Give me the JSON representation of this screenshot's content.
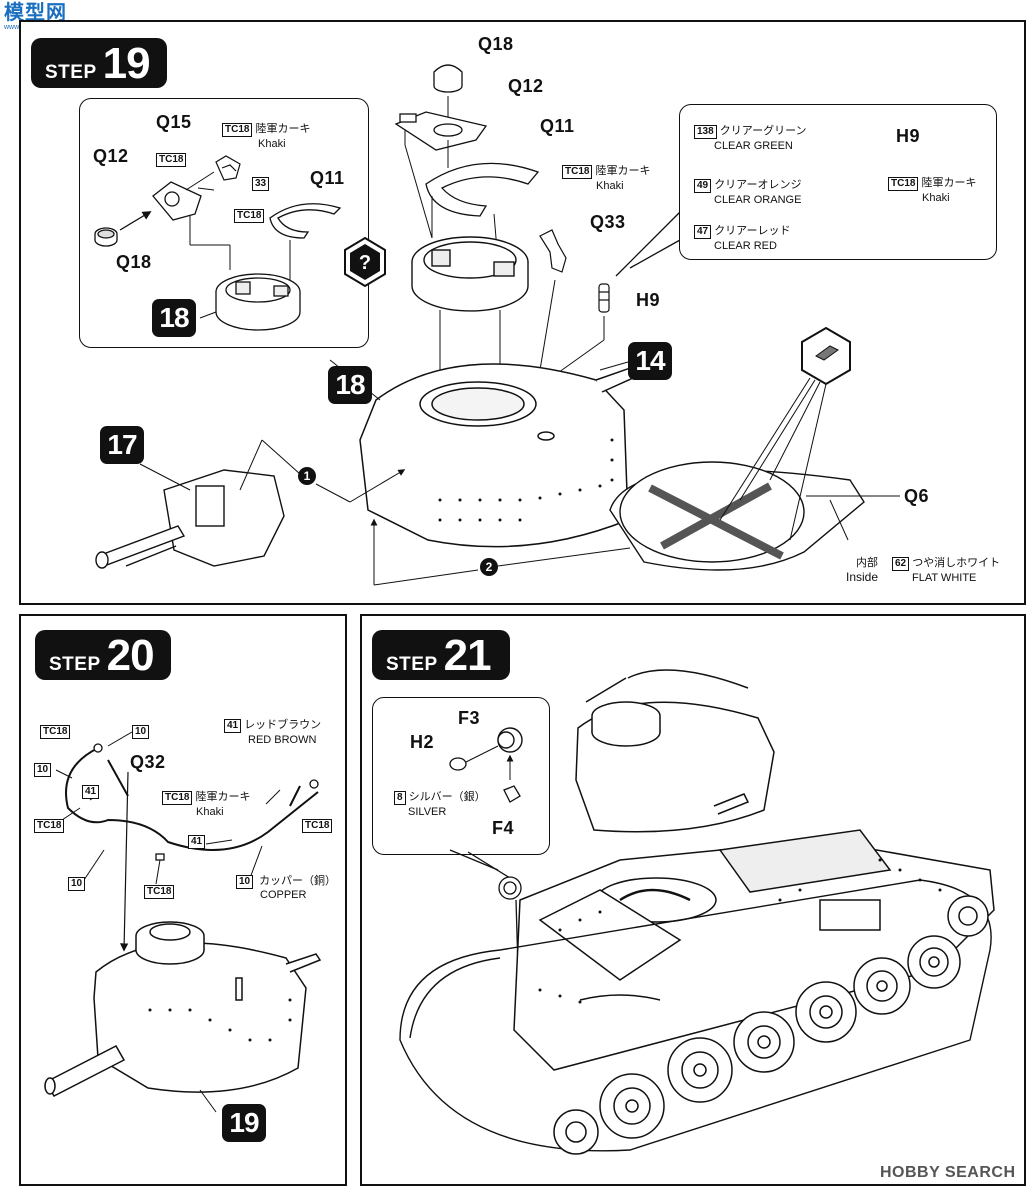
{
  "header": {
    "site_logo": "模型网",
    "site_url": "www.moxing.net",
    "watermark": "HOBBY SEARCH"
  },
  "step19": {
    "word": "STEP",
    "number": "19",
    "parts": {
      "q18_top": "Q18",
      "q12_top": "Q12",
      "q11_top": "Q11",
      "q33": "Q33",
      "h9": "H9",
      "q15_inset": "Q15",
      "q12_inset": "Q12",
      "q11_inset": "Q11",
      "q18_inset": "Q18",
      "q6": "Q6"
    },
    "badges": {
      "inset_18": "18",
      "b18": "18",
      "b14": "14",
      "b17": "17"
    },
    "inset_paint": {
      "code": "TC18",
      "jp": "陸軍カーキ",
      "en": "Khaki",
      "num33": "33",
      "tc_q12": "TC18",
      "tc_q11": "TC18"
    },
    "khaki_paint": {
      "code": "TC18",
      "jp": "陸軍カーキ",
      "en": "Khaki"
    },
    "h9_callout": {
      "title": "H9",
      "green_code": "138",
      "green_jp": "クリアーグリーン",
      "green_en": "CLEAR GREEN",
      "orange_code": "49",
      "orange_jp": "クリアーオレンジ",
      "orange_en": "CLEAR ORANGE",
      "red_code": "47",
      "red_jp": "クリアーレッド",
      "red_en": "CLEAR RED",
      "khaki_code": "TC18",
      "khaki_jp": "陸軍カーキ",
      "khaki_en": "Khaki"
    },
    "inside": {
      "jp": "内部",
      "en": "Inside",
      "code": "62",
      "paint_jp": "つや消しホワイト",
      "paint_en": "FLAT WHITE"
    },
    "markers": {
      "m1": "1",
      "m2": "2"
    }
  },
  "step20": {
    "word": "STEP",
    "number": "20",
    "q32": "Q32",
    "badge19": "19",
    "labels": {
      "tc18_a": "TC18",
      "c10_a": "10",
      "c10_b": "10",
      "c41_a": "41",
      "tc18_b": "TC18",
      "c10_c": "10",
      "c41_b": "41",
      "tc18_c": "TC18",
      "c10_d": "10",
      "tc18_d": "TC18"
    },
    "red_brown": {
      "code": "41",
      "jp": "レッドブラウン",
      "en": "RED BROWN"
    },
    "khaki": {
      "code": "TC18",
      "jp": "陸軍カーキ",
      "en": "Khaki"
    },
    "copper": {
      "code": "10",
      "jp": "カッパー（銅）",
      "en": "COPPER"
    }
  },
  "step21": {
    "word": "STEP",
    "number": "21",
    "parts": {
      "f3": "F3",
      "h2": "H2",
      "f4": "F4"
    },
    "silver": {
      "code": "8",
      "jp": "シルバー（銀）",
      "en": "SILVER"
    }
  }
}
